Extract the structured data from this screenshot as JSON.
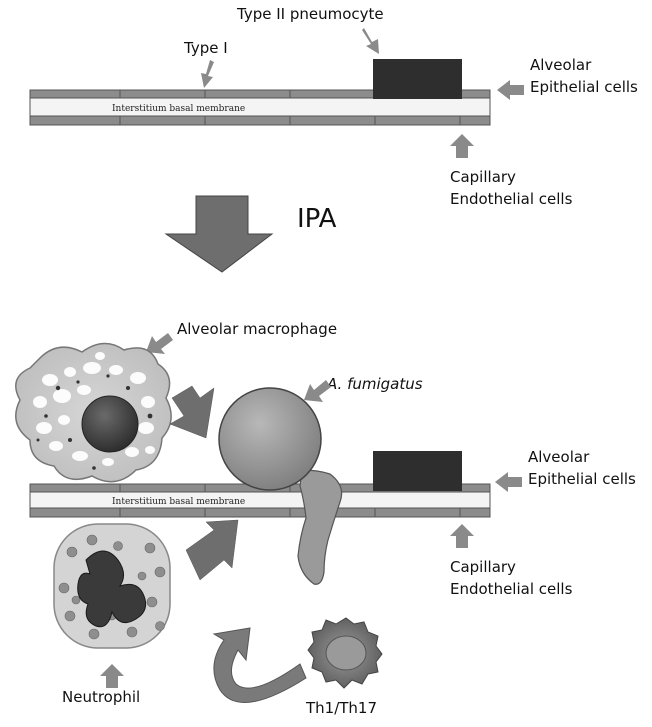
{
  "labels": {
    "type2": "Type II pneumocyte",
    "type1": "Type I",
    "membrane_top": "Interstitium basal membrane",
    "alveolar_top_1": "Alveolar",
    "alveolar_top_2": "Epithelial cells",
    "capillary_top_1": "Capillary",
    "capillary_top_2": "Endothelial cells",
    "ipa": "IPA",
    "macrophage": "Alveolar macrophage",
    "fumigatus": "A. fumigatus",
    "membrane_bottom": "Interstitium basal membrane",
    "alveolar_bot_1": "Alveolar",
    "alveolar_bot_2": "Epithelial cells",
    "capillary_bot_1": "Capillary",
    "capillary_bot_2": "Endothelial cells",
    "neutrophil": "Neutrophil",
    "th": "Th1/Th17"
  },
  "colors": {
    "strip_dark": "#8c8c8c",
    "membrane": "#f4f4f4",
    "block": "#2e2e2e",
    "arrow": "#8a8a8a",
    "big_arrow": "#6e6e6e",
    "fungus": "#9a9a9a"
  }
}
